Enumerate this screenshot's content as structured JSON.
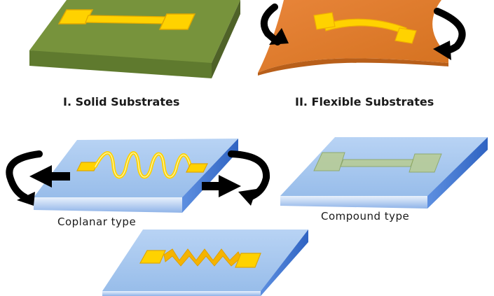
{
  "captions": {
    "solid": "I. Solid Substrates",
    "flexible": "II. Flexible Substrates",
    "coplanar": "Coplanar  type",
    "compound": "Compound type"
  },
  "colors": {
    "solid_top": "#77933c",
    "solid_side": "#4f6228",
    "flex_sheet": "#e07b2c",
    "trace_yellow": "#ffd200",
    "trace_orange": "#f5b400",
    "glass_top": "#a9c8f0",
    "glass_side": "#4f81d8",
    "arrow": "#000000",
    "compound_trace": "#b7c98a"
  },
  "icons": [
    "rotate-cw-arrow-icon",
    "rotate-ccw-arrow-icon",
    "stretch-arrow-icon"
  ]
}
